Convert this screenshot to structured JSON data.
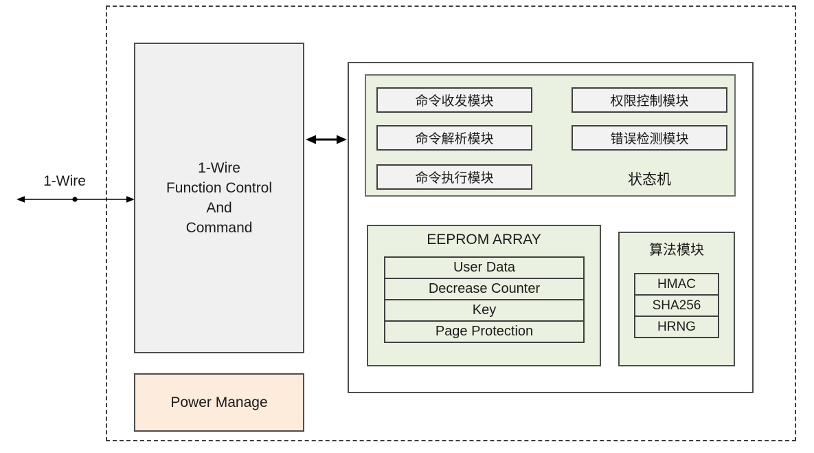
{
  "diagram": {
    "bus": {
      "label": "1-Wire"
    },
    "function_control": {
      "line1": "1-Wire",
      "line2": "Function Control",
      "line3": "And",
      "line4": "Command"
    },
    "power_manage": {
      "label": "Power Manage"
    },
    "state_machine": {
      "label": "状态机",
      "left_modules": [
        "命令收发模块",
        "命令解析模块",
        "命令执行模块"
      ],
      "right_modules": [
        "权限控制模块",
        "错误检测模块"
      ]
    },
    "eeprom": {
      "title": "EEPROM ARRAY",
      "rows": [
        "User Data",
        "Decrease Counter",
        "Key",
        "Page Protection"
      ]
    },
    "algorithm": {
      "title": "算法模块",
      "rows": [
        "HMAC",
        "SHA256",
        "HRNG"
      ]
    },
    "colors": {
      "boundary_dash": "#3d3d3d",
      "box_border": "#4d4d4d",
      "module_border": "#404040",
      "gray_fill": "#f0f0f0",
      "peach_fill": "#fdebdc",
      "green_fill": "#ebf1e0",
      "module_fill": "#f2f2f2",
      "text": "#1a1a1a",
      "arrow": "#000000"
    }
  }
}
